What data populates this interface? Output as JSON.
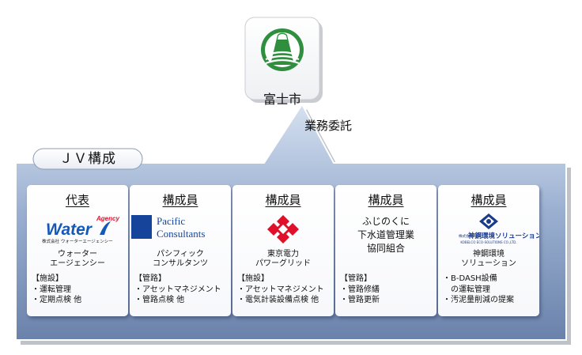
{
  "client": {
    "name": "富士市"
  },
  "service_label": "業務委託",
  "jv": {
    "title": "ＪＶ構成",
    "members": [
      {
        "role": "代表",
        "logo": {
          "agency": "Agency",
          "word": "Water",
          "sub": "株式会社 ウォーターエージェンシー"
        },
        "name": "ウォーター\nエージェンシー",
        "tasks": "【施設】\n・運転管理\n・定期点検 他"
      },
      {
        "role": "構成員",
        "logo": {
          "line1": "Pacific",
          "line2": "Consultants"
        },
        "name": "パシフィック\nコンサルタンツ",
        "tasks": "【管路】\n・アセットマネジメント\n・管路点検 他"
      },
      {
        "role": "構成員",
        "logo": {},
        "name": "東京電力\nパワーグリッド",
        "tasks": "【施設】\n・アセットマネジメント\n・電気計装設備点検 他"
      },
      {
        "role": "構成員",
        "name": "ふじのくに\n下水道管理業\n協同組合",
        "tasks": "【管路】\n・管路修繕\n・管路更新"
      },
      {
        "role": "構成員",
        "logo": {
          "prefix": "株式会社",
          "main": "神鋼環境ソリューション",
          "sub": "KOBELCO ECO-SOLUTIONS CO.,LTD."
        },
        "name": "神鋼環境\nソリューション",
        "tasks": "・B-DASH設備\n　の運転管理\n・汚泥量削減の提案"
      }
    ]
  },
  "colors": {
    "panel_light": "#d9e4f2",
    "panel_mid": "#7f97be",
    "panel_dark": "#5a7199",
    "emblem_green": "#2f8f3f",
    "water_blue": "#1559b8",
    "pacific_blue": "#16449a",
    "tepco_red": "#e0102a",
    "kobelco_navy": "#1a3a8c"
  }
}
